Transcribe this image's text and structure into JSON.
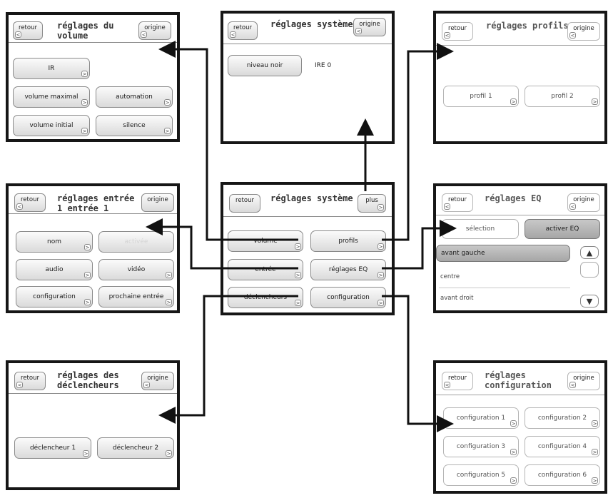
{
  "common": {
    "retour": "retour",
    "origine": "origine",
    "plus": "plus"
  },
  "volume_screen": {
    "title_line1": "réglages du",
    "title_line2": "volume",
    "btn_ir": "IR",
    "btn_volume_maximal": "volume maximal",
    "btn_automation": "automation",
    "btn_volume_initial": "volume initial",
    "btn_silence": "silence"
  },
  "systeme_top": {
    "title": "réglages système",
    "btn_niveau_noir": "niveau noir",
    "value_ire": "IRE 0"
  },
  "profils_screen": {
    "title": "réglages profils",
    "btn_profil_1": "profil 1",
    "btn_profil_2": "profil 2"
  },
  "entree_screen": {
    "title_line1": "réglages entrée",
    "title_line2": "1 entrée 1",
    "btn_nom": "nom",
    "btn_activee": "activée",
    "btn_audio": "audio",
    "btn_video": "vidéo",
    "btn_configuration": "configuration",
    "btn_prochaine_entree": "prochaine entrée"
  },
  "systeme_main": {
    "title": "réglages système",
    "btn_volume": "volume",
    "btn_profils": "profils",
    "btn_entree": "entrée",
    "btn_reglages_eq": "réglages EQ",
    "btn_declencheurs": "déclencheurs",
    "btn_configuration": "configuration"
  },
  "eq_screen": {
    "title": "réglages EQ",
    "btn_selection": "sélection",
    "btn_activer_eq": "activer EQ",
    "items": [
      "avant gauche",
      "centre",
      "avant droit"
    ]
  },
  "declencheurs_screen": {
    "title_line1": "réglages des",
    "title_line2": "déclencheurs",
    "btn_declencheur_1": "déclencheur 1",
    "btn_declencheur_2": "déclencheur 2"
  },
  "configuration_screen": {
    "title_line1": "réglages",
    "title_line2": "configuration",
    "buttons": [
      "configuration 1",
      "configuration 2",
      "configuration 3",
      "configuration 4",
      "configuration 5",
      "configuration 6"
    ]
  },
  "colors": {
    "frame": "#161616",
    "arrow": "#111111",
    "button_gradient_top": "#fbfbfb",
    "button_gradient_bottom": "#dadada"
  }
}
